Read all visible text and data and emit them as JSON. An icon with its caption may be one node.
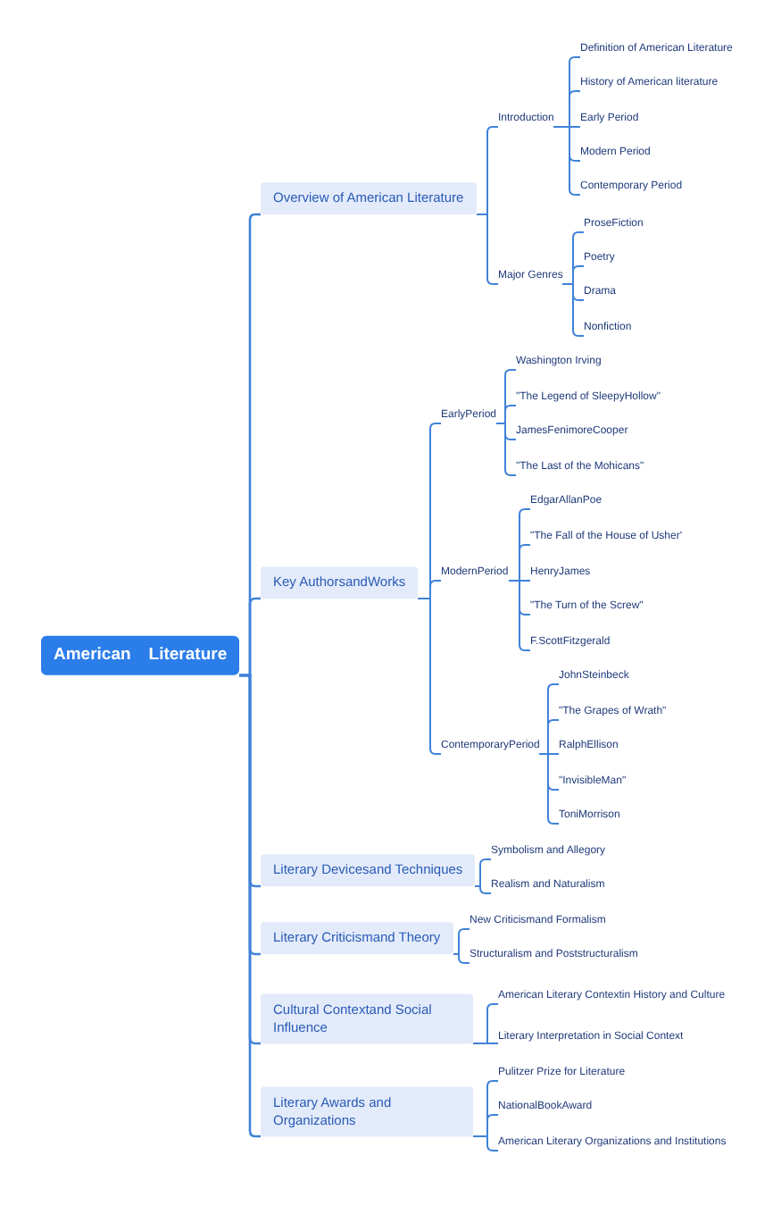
{
  "diagram": {
    "nodes": [
      {
        "text": [
          "American　Literature"
        ]
      },
      {
        "text": [
          "Overview of American Literature"
        ]
      },
      {
        "text": [
          "Introduction"
        ]
      },
      {
        "text": [
          "Definition of American Literature"
        ]
      },
      {
        "text": [
          "History of American literature"
        ]
      },
      {
        "text": [
          "Early Period"
        ]
      },
      {
        "text": [
          "Modern Period"
        ]
      },
      {
        "text": [
          "Contemporary Period"
        ]
      },
      {
        "text": [
          "Major Genres"
        ]
      },
      {
        "text": [
          "ProseFiction"
        ]
      },
      {
        "text": [
          "Poetry"
        ]
      },
      {
        "text": [
          "Drama"
        ]
      },
      {
        "text": [
          "Nonfiction"
        ]
      },
      {
        "text": [
          "Key AuthorsandWorks"
        ]
      },
      {
        "text": [
          "EarlyPeriod"
        ]
      },
      {
        "text": [
          "Washington Irving"
        ]
      },
      {
        "text": [
          "\"The Legend of SleepyHollow\""
        ]
      },
      {
        "text": [
          "JamesFenimoreCooper"
        ]
      },
      {
        "text": [
          "\"The Last of the Mohicans\""
        ]
      },
      {
        "text": [
          "ModernPeriod"
        ]
      },
      {
        "text": [
          "EdgarAllanPoe"
        ]
      },
      {
        "text": [
          "\"The Fall of the House of Usher'"
        ]
      },
      {
        "text": [
          "HenryJames"
        ]
      },
      {
        "text": [
          "\"The Turn of the Screw\""
        ]
      },
      {
        "text": [
          "F.ScottFitzgerald"
        ]
      },
      {
        "text": [
          "ContemporaryPeriod"
        ]
      },
      {
        "text": [
          "JohnSteinbeck"
        ]
      },
      {
        "text": [
          "\"The Grapes of Wrath\""
        ]
      },
      {
        "text": [
          "RalphEllison"
        ]
      },
      {
        "text": [
          "\"InvisibleMan\""
        ]
      },
      {
        "text": [
          "ToniMorrison"
        ]
      },
      {
        "text": [
          "Literary Devicesand Techniques"
        ]
      },
      {
        "text": [
          "Symbolism and Allegory"
        ]
      },
      {
        "text": [
          "Realism and Naturalism"
        ]
      },
      {
        "text": [
          "Literary Criticismand Theory"
        ]
      },
      {
        "text": [
          "New Criticismand Formalism"
        ]
      },
      {
        "text": [
          "Structuralism and Poststructuralism"
        ]
      },
      {
        "text": [
          "Cultural Contextand Social Influence"
        ]
      },
      {
        "text": [
          "American Literary Contextin History and Culture"
        ]
      },
      {
        "text": [
          "Literary Interpretation in Social Context"
        ]
      },
      {
        "text": [
          "Literary Awards and Organizations"
        ]
      },
      {
        "text": [
          "Pulitzer Prize for Literature"
        ]
      },
      {
        "text": [
          "NationalBookAward"
        ]
      },
      {
        "text": [
          "American Literary Organizations and Institutions"
        ]
      }
    ],
    "edges": [
      {
        "from": 0,
        "to": 1,
        "arrow": "none"
      },
      {
        "from": 1,
        "to": 2,
        "arrow": "none"
      },
      {
        "from": 2,
        "to": 3,
        "arrow": "none"
      },
      {
        "from": 2,
        "to": 4,
        "arrow": "none"
      },
      {
        "from": 2,
        "to": 5,
        "arrow": "none"
      },
      {
        "from": 2,
        "to": 6,
        "arrow": "none"
      },
      {
        "from": 2,
        "to": 7,
        "arrow": "none"
      },
      {
        "from": 1,
        "to": 8,
        "arrow": "none"
      },
      {
        "from": 8,
        "to": 9,
        "arrow": "none"
      },
      {
        "from": 8,
        "to": 10,
        "arrow": "none"
      },
      {
        "from": 8,
        "to": 11,
        "arrow": "none"
      },
      {
        "from": 8,
        "to": 12,
        "arrow": "none"
      },
      {
        "from": 0,
        "to": 13,
        "arrow": "none"
      },
      {
        "from": 13,
        "to": 14,
        "arrow": "none"
      },
      {
        "from": 14,
        "to": 15,
        "arrow": "none"
      },
      {
        "from": 14,
        "to": 16,
        "arrow": "none"
      },
      {
        "from": 14,
        "to": 17,
        "arrow": "none"
      },
      {
        "from": 14,
        "to": 18,
        "arrow": "none"
      },
      {
        "from": 13,
        "to": 19,
        "arrow": "none"
      },
      {
        "from": 19,
        "to": 20,
        "arrow": "none"
      },
      {
        "from": 19,
        "to": 21,
        "arrow": "none"
      },
      {
        "from": 19,
        "to": 22,
        "arrow": "none"
      },
      {
        "from": 19,
        "to": 23,
        "arrow": "none"
      },
      {
        "from": 19,
        "to": 24,
        "arrow": "none"
      },
      {
        "from": 13,
        "to": 25,
        "arrow": "none"
      },
      {
        "from": 25,
        "to": 26,
        "arrow": "none"
      },
      {
        "from": 25,
        "to": 27,
        "arrow": "none"
      },
      {
        "from": 25,
        "to": 28,
        "arrow": "none"
      },
      {
        "from": 25,
        "to": 29,
        "arrow": "none"
      },
      {
        "from": 25,
        "to": 30,
        "arrow": "none"
      },
      {
        "from": 0,
        "to": 31,
        "arrow": "none"
      },
      {
        "from": 31,
        "to": 32,
        "arrow": "none"
      },
      {
        "from": 31,
        "to": 33,
        "arrow": "none"
      },
      {
        "from": 0,
        "to": 34,
        "arrow": "none"
      },
      {
        "from": 34,
        "to": 35,
        "arrow": "none"
      },
      {
        "from": 34,
        "to": 36,
        "arrow": "none"
      },
      {
        "from": 0,
        "to": 37,
        "arrow": "none"
      },
      {
        "from": 37,
        "to": 38,
        "arrow": "none"
      },
      {
        "from": 37,
        "to": 39,
        "arrow": "none"
      },
      {
        "from": 0,
        "to": 40,
        "arrow": "none"
      },
      {
        "from": 40,
        "to": 41,
        "arrow": "none"
      },
      {
        "from": 40,
        "to": 42,
        "arrow": "none"
      },
      {
        "from": 40,
        "to": 43,
        "arrow": "none"
      }
    ]
  }
}
